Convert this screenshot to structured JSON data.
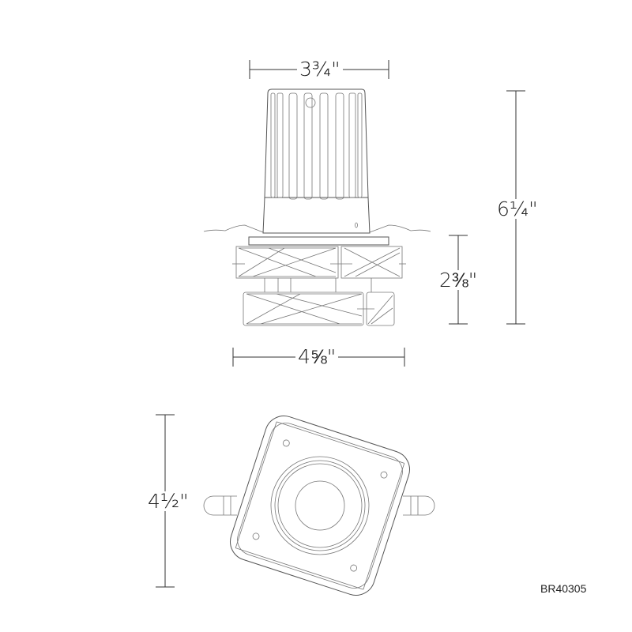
{
  "dimensions": {
    "top_width": "3¾\"",
    "overall_height": "6¼\"",
    "trim_height": "2⅜\"",
    "trim_width": "4⅝\"",
    "bottom_width": "4½\""
  },
  "model_number": "BR40305"
}
